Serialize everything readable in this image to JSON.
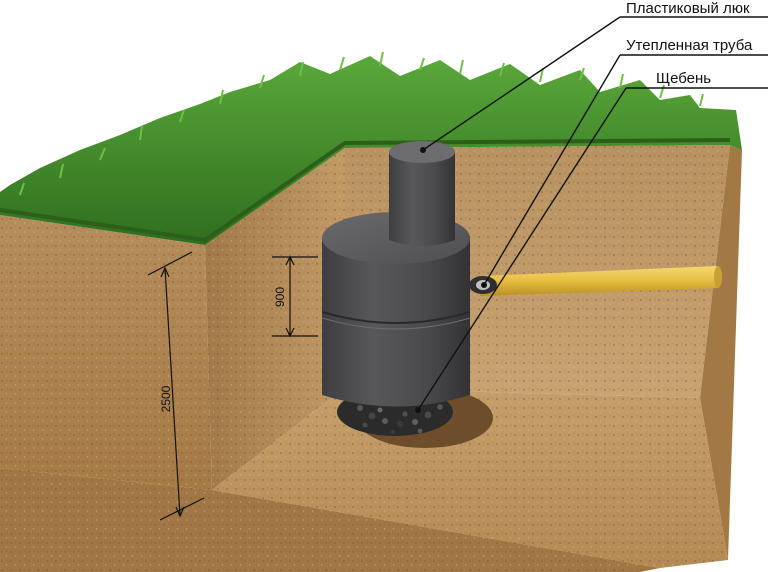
{
  "callouts": {
    "hatch": "Пластиковый люк",
    "pipe": "Утепленная труба",
    "gravel": "Щебень"
  },
  "dimensions": {
    "ring_height": "900",
    "total_depth": "2500"
  },
  "colors": {
    "grass": "#3f8a2a",
    "soil": "#b58a55",
    "soil_dark": "#8a6538",
    "concrete": "#4d4d4f",
    "pipe": "#e8c24a"
  }
}
